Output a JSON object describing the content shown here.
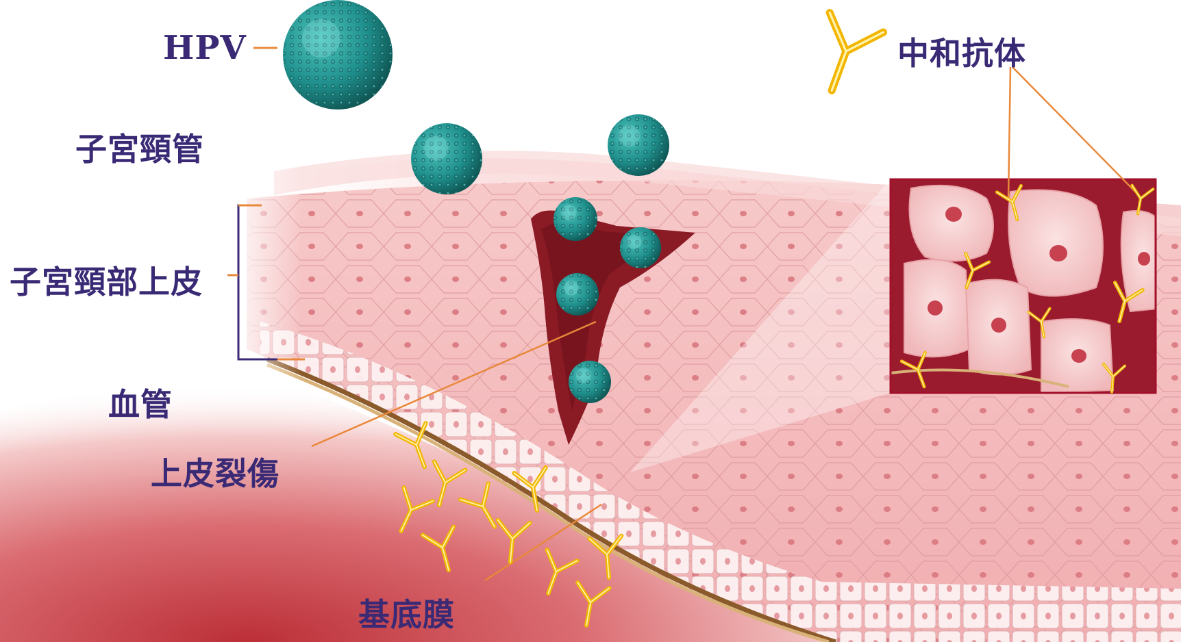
{
  "labels": {
    "hpv": "HPV",
    "neutralizing_antibody": "中和抗体",
    "cervical_canal": "子宮頸管",
    "cervical_epithelium": "子宮頸部上皮",
    "blood_vessel": "血管",
    "epithelial_tear": "上皮裂傷",
    "basement_membrane": "基底膜"
  },
  "colors": {
    "label_text": "#3a2a75",
    "leader_line": "#e8883a",
    "bracket": "#3a2a75",
    "virus": "#1f8f8c",
    "antibody": "#f2b600",
    "inset_border": "#a0102a"
  }
}
